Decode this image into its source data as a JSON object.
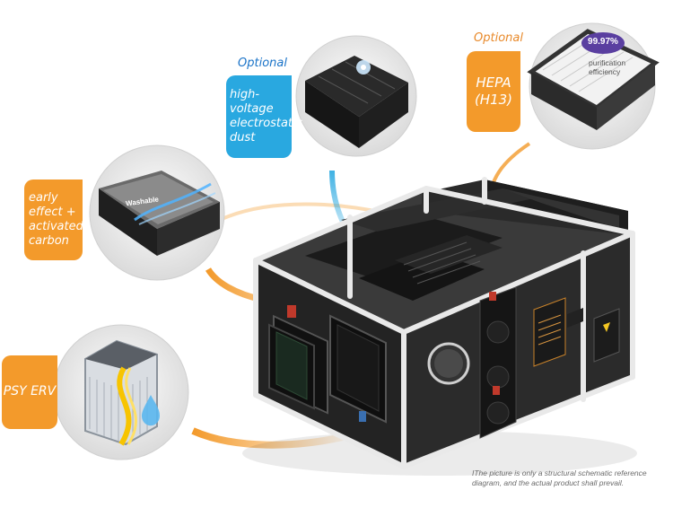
{
  "callouts": {
    "electrostatic": {
      "optional_label": "Optional",
      "label": "high-voltage electrostatic dust",
      "color": "#29a8e0"
    },
    "hepa": {
      "optional_label": "Optional",
      "label": "HEPA (H13)",
      "efficiency_value": "99.97%",
      "efficiency_caption": "purification efficiency",
      "color": "#f39a2b"
    },
    "primary_filter": {
      "label": "early effect + activated carbon",
      "filter_marking": "Washable",
      "color": "#f39a2b"
    },
    "erv": {
      "label": "PSY ERV",
      "color": "#f39a2b"
    }
  },
  "disclaimer": "IThe picture is only a structural schematic reference diagram, and the actual product shall prevail.",
  "colors": {
    "optional_text": "#1a73c8",
    "optional_text_hepa": "#e8892a",
    "unit_frame": "#ececec",
    "unit_panel": "#1f1f1f",
    "badge": "#5a3fa0"
  }
}
